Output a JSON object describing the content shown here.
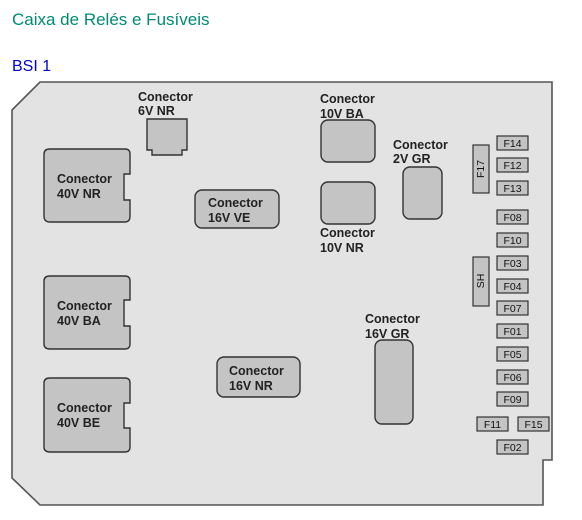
{
  "page": {
    "title": "Caixa de Relés e Fusíveis",
    "section": "BSI 1"
  },
  "connectors": [
    {
      "id": "c6vnr",
      "l1": "Conector",
      "l2": "6V NR"
    },
    {
      "id": "c40vnr",
      "l1": "Conector",
      "l2": "40V NR"
    },
    {
      "id": "c16vve",
      "l1": "Conector",
      "l2": "16V VE"
    },
    {
      "id": "c10vba",
      "l1": "Conector",
      "l2": "10V BA"
    },
    {
      "id": "c10vnr",
      "l1": "Conector",
      "l2": "10V NR"
    },
    {
      "id": "c2vgr",
      "l1": "Conector",
      "l2": "2V GR"
    },
    {
      "id": "c40vba",
      "l1": "Conector",
      "l2": "40V BA"
    },
    {
      "id": "c16vgr",
      "l1": "Conector",
      "l2": "16V GR"
    },
    {
      "id": "c16vnr",
      "l1": "Conector",
      "l2": "16V NR"
    },
    {
      "id": "c40vbe",
      "l1": "Conector",
      "l2": "40V BE"
    }
  ],
  "fuses": [
    "F14",
    "F12",
    "F13",
    "F08",
    "F10",
    "F03",
    "F04",
    "F07",
    "F01",
    "F05",
    "F06",
    "F09",
    "F11",
    "F15",
    "F02"
  ],
  "vertical_labels": [
    "F17",
    "SH"
  ]
}
